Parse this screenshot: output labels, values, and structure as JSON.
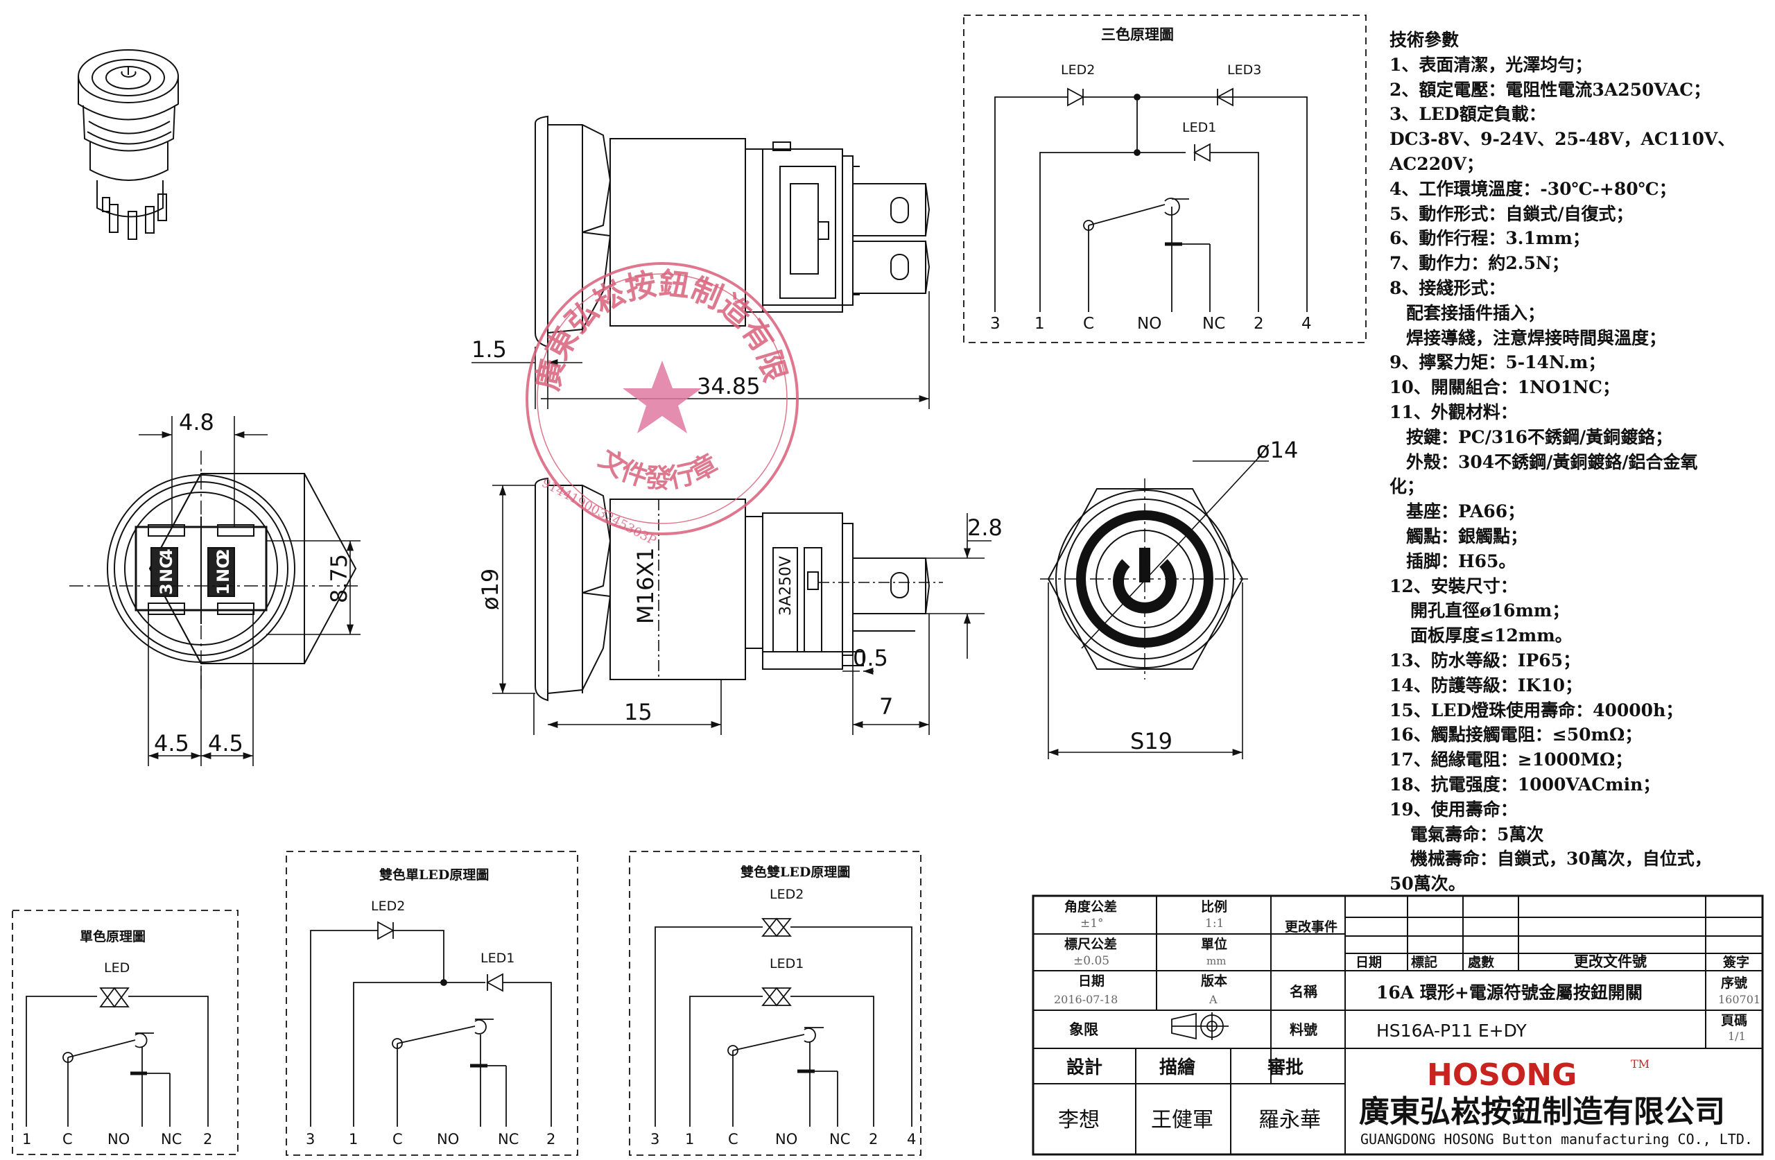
{
  "schematic_tricolor": {
    "title": "三色原理圖",
    "led_labels": [
      "LED2",
      "LED3",
      "LED1"
    ],
    "terminals": [
      "3",
      "1",
      "C",
      "NO",
      "NC",
      "2",
      "4"
    ]
  },
  "schematic_single": {
    "title": "單色原理圖",
    "led_labels": [
      "LED"
    ],
    "terminals": [
      "1",
      "C",
      "NO",
      "NC",
      "2"
    ]
  },
  "schematic_dual_single": {
    "title": "雙色單LED原理圖",
    "led_labels": [
      "LED2",
      "LED1"
    ],
    "terminals": [
      "3",
      "1",
      "C",
      "NO",
      "NC",
      "2"
    ]
  },
  "schematic_dual_dual": {
    "title": "雙色雙LED原理圖",
    "led_labels": [
      "LED2",
      "LED1"
    ],
    "terminals": [
      "3",
      "1",
      "C",
      "NO",
      "NC",
      "2",
      "4"
    ]
  },
  "dimensions": {
    "d1_5": "1.5",
    "d34_85": "34.85",
    "d4_8": "4.8",
    "d8_75": "8.75",
    "d4_5a": "4.5",
    "d4_5b": "4.5",
    "dia19": "ø19",
    "m16": "M16X1",
    "d15": "15",
    "d2_8": "2.8",
    "d0_5": "0.5",
    "d7": "7",
    "dia14": "ø14",
    "s19": "S19"
  },
  "part_labels": {
    "voltage_marking": "3A250V",
    "pin_labels": [
      "4",
      "2",
      "NC",
      "NO",
      "3",
      "1"
    ]
  },
  "specs": {
    "title": "技術參數",
    "lines": [
      {
        "text": "1、表面清潔，光澤均勻；",
        "indent": 0
      },
      {
        "text": "2、額定電壓：電阻性電流3A250VAC；",
        "indent": 0
      },
      {
        "text": "3、LED額定負載：",
        "indent": 0
      },
      {
        "text": "DC3-8V、9-24V、25-48V，AC110V、",
        "indent": 0
      },
      {
        "text": "AC220V；",
        "indent": 0
      },
      {
        "text": "4、工作環境溫度：-30℃-+80℃；",
        "indent": 0
      },
      {
        "text": "5、動作形式：自鎖式/自復式；",
        "indent": 0
      },
      {
        "text": "6、動作行程：3.1mm；",
        "indent": 0
      },
      {
        "text": "7、動作力：約2.5N；",
        "indent": 0
      },
      {
        "text": "8、接綫形式：",
        "indent": 0
      },
      {
        "text": "配套接插件插入；",
        "indent": 1
      },
      {
        "text": "焊接導綫，注意焊接時間與溫度；",
        "indent": 1
      },
      {
        "text": "9、擰緊力矩：5-14N.m；",
        "indent": 0
      },
      {
        "text": "10、開關組合：1NO1NC；",
        "indent": 0
      },
      {
        "text": "11、外觀材料：",
        "indent": 0
      },
      {
        "text": "按鍵：PC/316不銹鋼/黃銅鍍鉻；",
        "indent": 1
      },
      {
        "text": "外殼：304不銹鋼/黃銅鍍鉻/鋁合金氧",
        "indent": 1
      },
      {
        "text": "化；",
        "indent": 0
      },
      {
        "text": "基座：PA66；",
        "indent": 1
      },
      {
        "text": "觸點：銀觸點；",
        "indent": 1
      },
      {
        "text": "插脚：H65。",
        "indent": 1
      },
      {
        "text": "12、安裝尺寸：",
        "indent": 0
      },
      {
        "text": "開孔直徑ø16mm；",
        "indent": 2
      },
      {
        "text": "面板厚度≤12mm。",
        "indent": 2
      },
      {
        "text": "13、防水等級：IP65；",
        "indent": 0
      },
      {
        "text": "14、防護等級：IK10；",
        "indent": 0
      },
      {
        "text": "15、LED燈珠使用壽命：40000h；",
        "indent": 0
      },
      {
        "text": "16、觸點接觸電阻：≤50mΩ；",
        "indent": 0
      },
      {
        "text": "17、絕緣電阻：≥1000MΩ；",
        "indent": 0
      },
      {
        "text": "18、抗電强度：1000VACmin；",
        "indent": 0
      },
      {
        "text": "19、使用壽命：",
        "indent": 0
      },
      {
        "text": "電氣壽命：5萬次",
        "indent": 2
      },
      {
        "text": "機械壽命：自鎖式，30萬次，自位式，",
        "indent": 2
      },
      {
        "text": "50萬次。",
        "indent": 0
      }
    ]
  },
  "title_block": {
    "angle_tol_label": "角度公差",
    "angle_tol_value": "±1°",
    "scale_label": "比例",
    "scale_value": "1:1",
    "change_event_label": "更改事件",
    "dim_tol_label": "標尺公差",
    "dim_tol_value": "±0.05",
    "unit_label": "單位",
    "unit_value": "mm",
    "date_label": "日期",
    "date_value": "2016-07-18",
    "version_label": "版本",
    "version_value": "A",
    "name_label": "名稱",
    "name_value": "16A 環形+電源符號金屬按鈕開關",
    "quadrant_label": "象限",
    "part_no_label": "料號",
    "part_no_value": "HS16A-P11 E+DY",
    "change_headers": [
      "日期",
      "標記",
      "處數",
      "更改文件號",
      "簽字"
    ],
    "serial_label": "序號",
    "serial_value": "160701",
    "page_label": "頁碼",
    "page_value": "1/1",
    "design_label": "設計",
    "drawing_label": "描繪",
    "review_label": "審批",
    "designer": "李想",
    "drafter": "王健軍",
    "reviewer": "羅永華",
    "brand": "HOSONG",
    "brand_tm": "TM",
    "company_cn": "廣東弘崧按鈕制造有限公司",
    "company_en": "GUANGDONG HOSONG Button manufacturing CO., LTD."
  },
  "stamp": {
    "outer_text": "廣東弘崧按鈕制造有限公司",
    "inner_text": "文件發行章",
    "number": "914419003245303P",
    "color": "#d9607a"
  }
}
